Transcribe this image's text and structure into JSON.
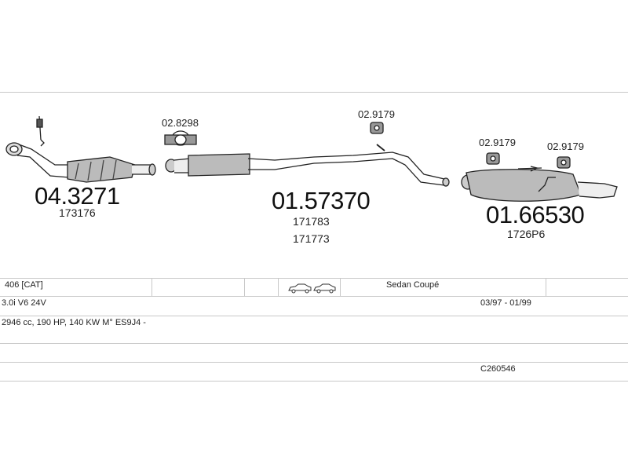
{
  "parts": [
    {
      "id": "cat",
      "number": "04.3271",
      "sub": [
        "173176"
      ]
    },
    {
      "id": "front-pipe",
      "number": "01.57370",
      "sub": [
        "171783",
        "171773"
      ]
    },
    {
      "id": "rear-silencer",
      "number": "01.66530",
      "sub": [
        "1726P6"
      ]
    }
  ],
  "fittings": [
    {
      "id": "clamp",
      "number": "02.8298"
    },
    {
      "id": "hanger-mid",
      "number": "02.9179"
    },
    {
      "id": "hanger-rear-1",
      "number": "02.9179"
    },
    {
      "id": "hanger-rear-2",
      "number": "02.9179"
    }
  ],
  "table": {
    "row1": {
      "model": "406  [CAT]",
      "body": "Sedan Coupé"
    },
    "row2": {
      "engine": "3.0i  V6 24V",
      "years": "03/97 - 01/99"
    },
    "row3": {
      "spec": "2946 cc, 190 HP, 140 KW M° ES9J4 -"
    },
    "row5": {
      "code": "C260546"
    }
  }
}
